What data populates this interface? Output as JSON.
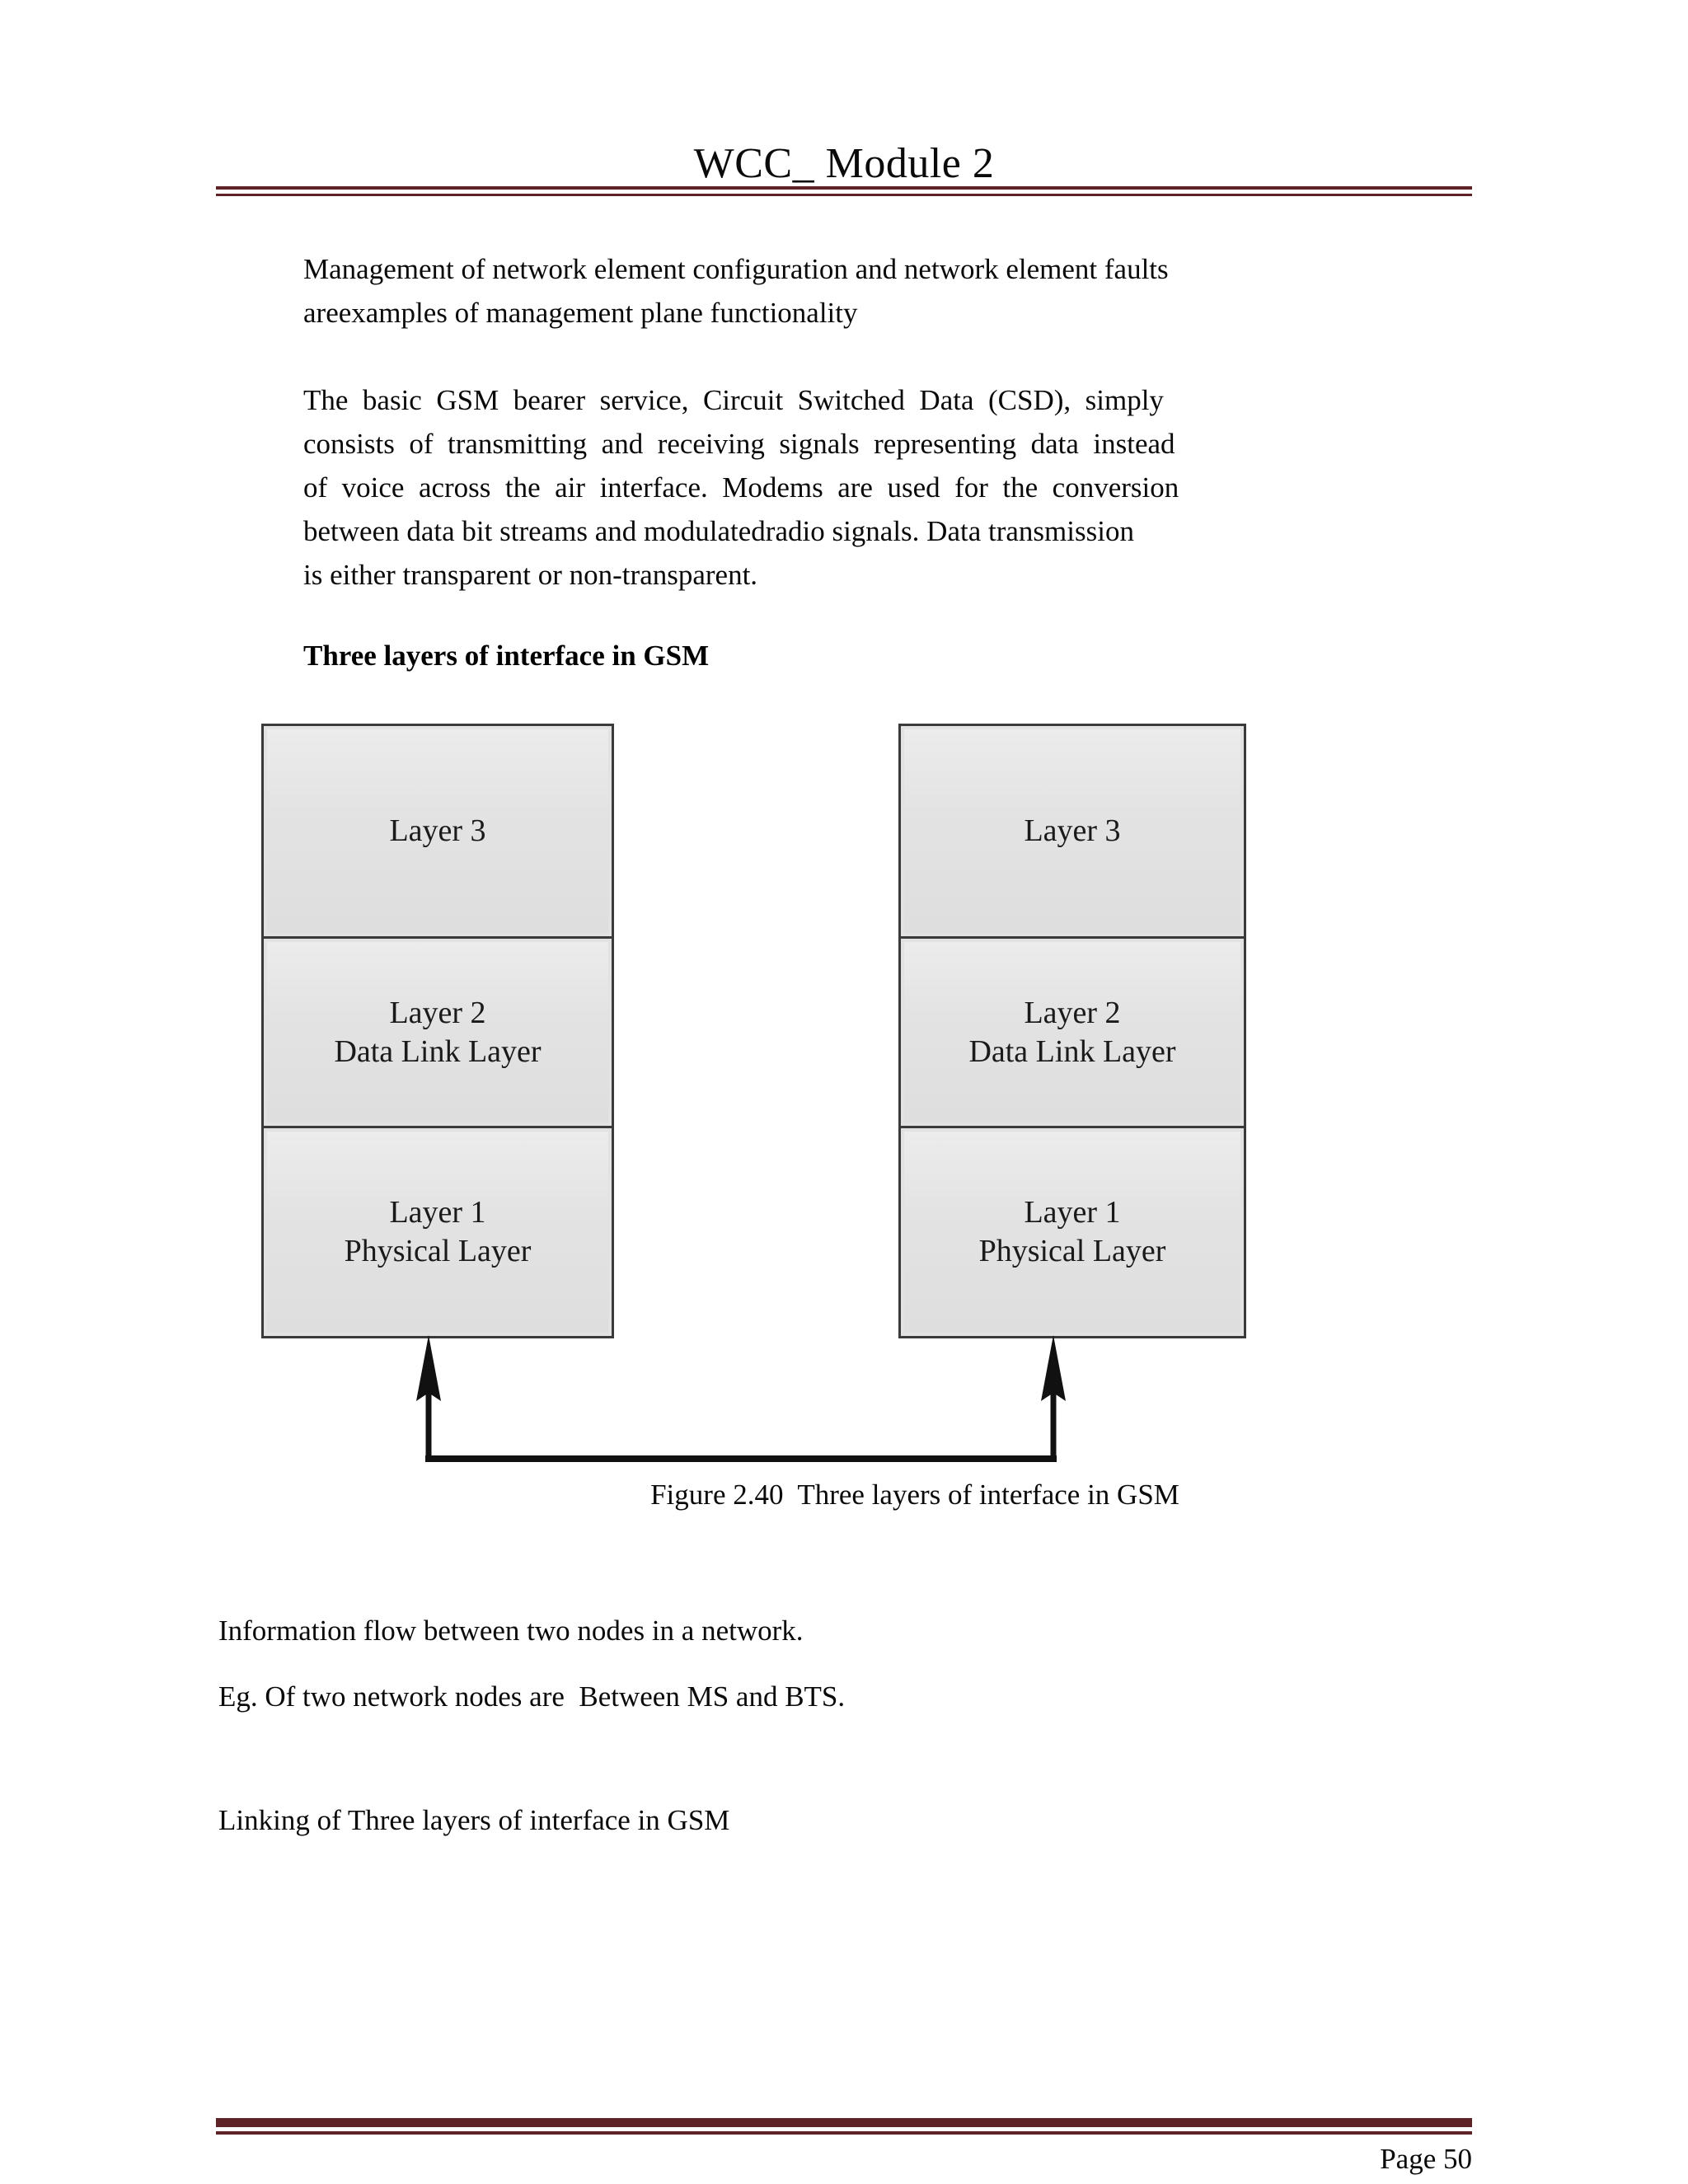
{
  "document": {
    "header": {
      "title": "WCC_ Module 2",
      "rule_color": "#5e2327"
    },
    "footer": {
      "page_label": "Page 50",
      "rule_color": "#5e2327"
    },
    "body": {
      "intro_paragraph": "Management of network element configuration and network element faults areexamples of management plane functionality",
      "csd_paragraph_lines": [
        "The  basic  GSM  bearer  service,  Circuit  Switched  Data  (CSD),  simply",
        "consists  of  transmitting  and  receiving  signals  representing  data  instead",
        "of  voice  across  the  air  interface.  Modems  are  used  for  the  conversion",
        "between data bit streams and modulatedradio signals. Data transmission",
        "is either transparent or non-transparent."
      ],
      "csd_paragraph": "The basic GSM bearer service, Circuit Switched Data (CSD), simply consists of transmitting and receiving signals representing data instead of voice across the air interface. Modems are used for the conversion between data bit streams and modulatedradio signals. Data transmission is either transparent or non-transparent.",
      "section_heading": "Three layers of interface in GSM",
      "trailing_lines": [
        "Information flow between two nodes in a network.",
        "Eg. Of two network nodes are  Between MS and BTS.",
        "Linking of Three layers of interface in GSM"
      ]
    },
    "figure": {
      "caption": "Figure 2.40  Three layers of interface in GSM",
      "box_fill": "#e2e2e2",
      "box_border": "#3a3a3a",
      "connector_color": "#111111",
      "stacks": [
        {
          "name": "left-node",
          "boxes": [
            {
              "label": "Layer 3"
            },
            {
              "label": "Layer 2\nData Link Layer"
            },
            {
              "label": "Layer 1\nPhysical Layer"
            }
          ]
        },
        {
          "name": "right-node",
          "boxes": [
            {
              "label": "Layer 3"
            },
            {
              "label": "Layer 2\nData Link Layer"
            },
            {
              "label": "Layer 1\nPhysical Layer"
            }
          ]
        }
      ]
    }
  }
}
